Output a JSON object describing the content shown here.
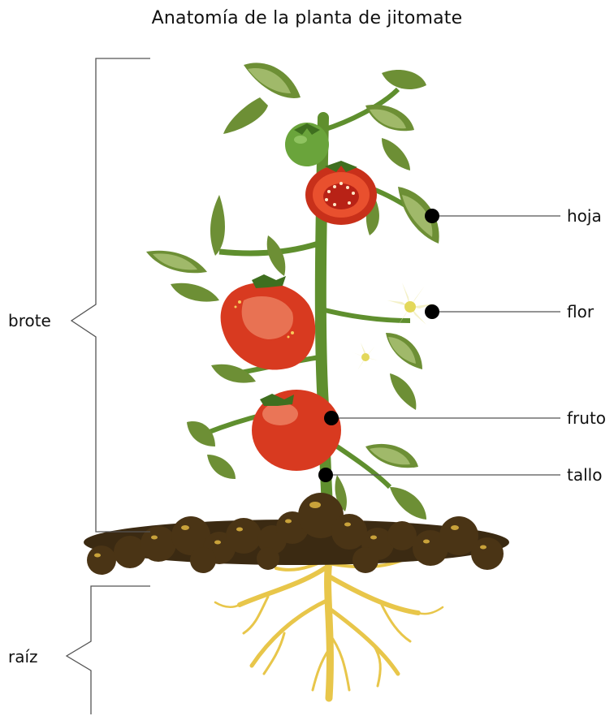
{
  "title": "Anatomía de la planta de jitomate",
  "labels": {
    "leaf": "hoja",
    "flower": "flor",
    "fruit": "fruto",
    "stem": "tallo",
    "shoot": "brote",
    "root": "raíz"
  },
  "colors": {
    "stem": "#5f8f2e",
    "leaf_dark": "#6d8f35",
    "leaf_light": "#a9c173",
    "tomato": "#d83a20",
    "tomato_unripe": "#6aa43b",
    "soil": "#3b2a12",
    "soil_highlight": "#c9a23a",
    "root": "#e8c64a",
    "flower": "#f4f1c8",
    "line": "#555555",
    "dot": "#000000"
  }
}
